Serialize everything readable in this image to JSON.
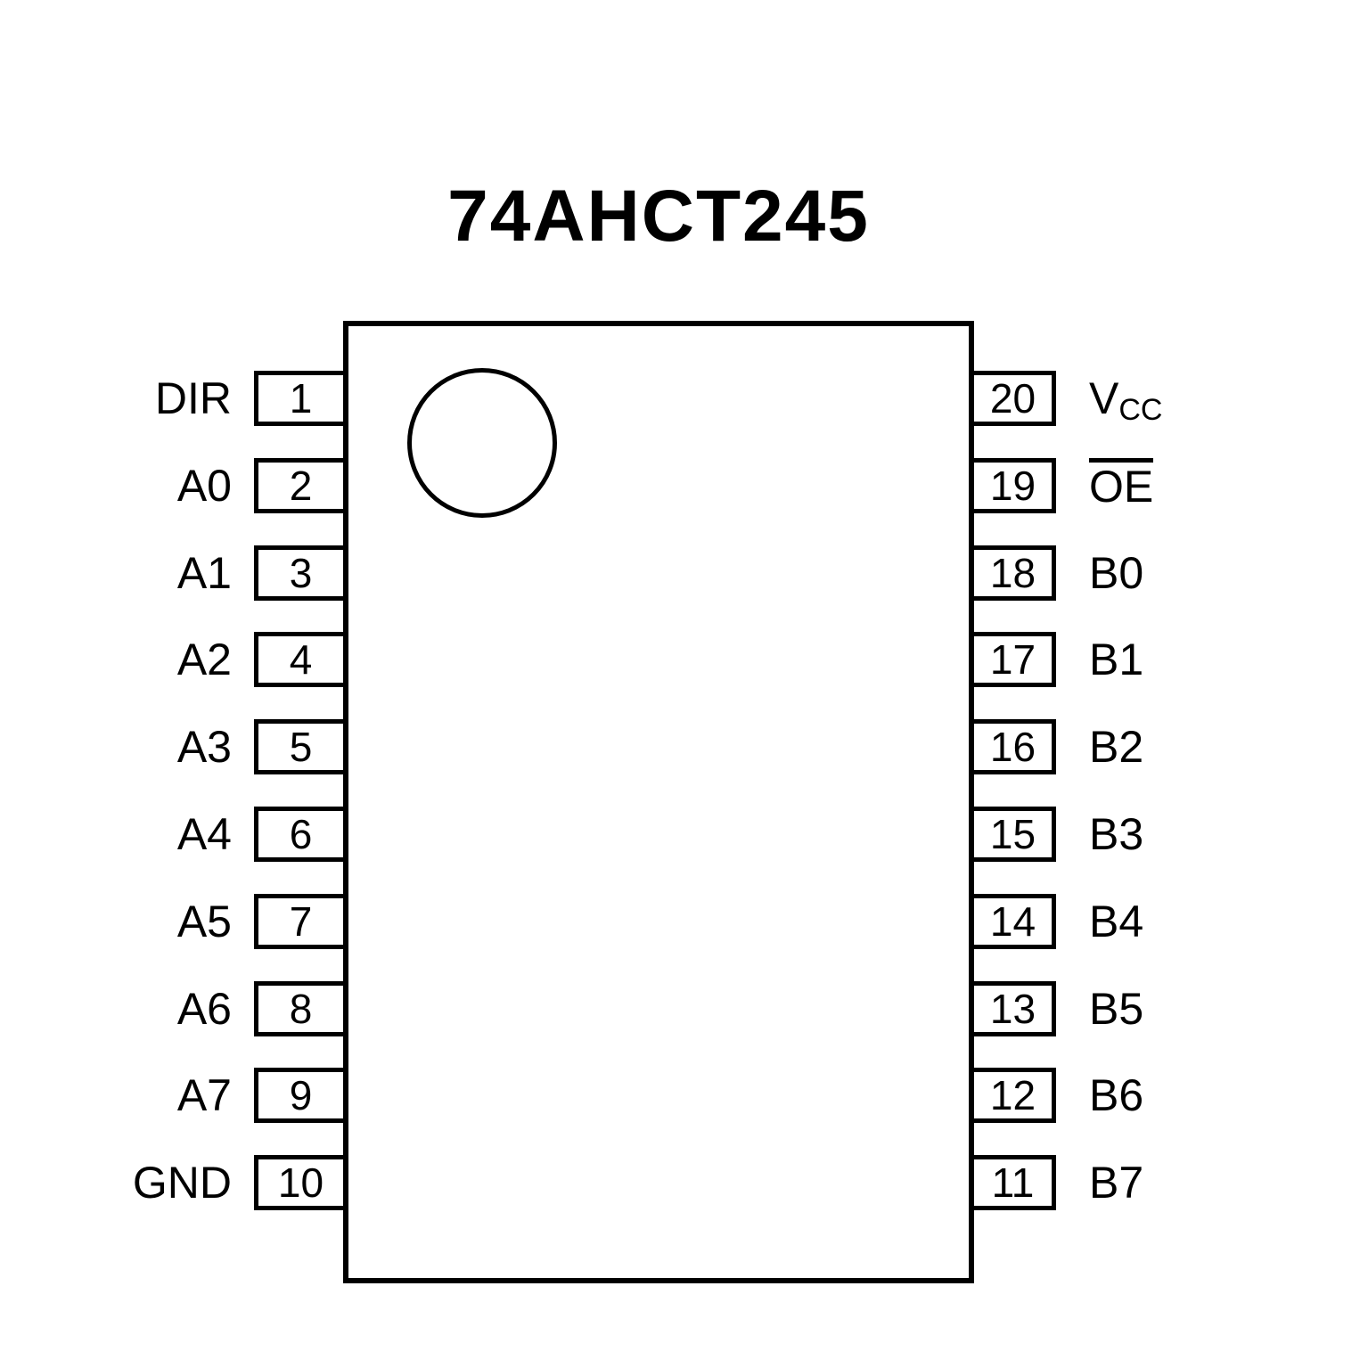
{
  "title": "74AHCT245",
  "chip": {
    "left_pins": [
      {
        "number": "1",
        "label": "DIR"
      },
      {
        "number": "2",
        "label": "A0"
      },
      {
        "number": "3",
        "label": "A1"
      },
      {
        "number": "4",
        "label": "A2"
      },
      {
        "number": "5",
        "label": "A3"
      },
      {
        "number": "6",
        "label": "A4"
      },
      {
        "number": "7",
        "label": "A5"
      },
      {
        "number": "8",
        "label": "A6"
      },
      {
        "number": "9",
        "label": "A7"
      },
      {
        "number": "10",
        "label": "GND"
      }
    ],
    "right_pins": [
      {
        "number": "20",
        "label": "VCC",
        "label_base": "V",
        "label_sub": "CC"
      },
      {
        "number": "19",
        "label": "OE",
        "overline": true
      },
      {
        "number": "18",
        "label": "B0"
      },
      {
        "number": "17",
        "label": "B1"
      },
      {
        "number": "16",
        "label": "B2"
      },
      {
        "number": "15",
        "label": "B3"
      },
      {
        "number": "14",
        "label": "B4"
      },
      {
        "number": "13",
        "label": "B5"
      },
      {
        "number": "12",
        "label": "B6"
      },
      {
        "number": "11",
        "label": "B7"
      }
    ]
  },
  "colors": {
    "line": "#000000",
    "background": "#ffffff"
  }
}
